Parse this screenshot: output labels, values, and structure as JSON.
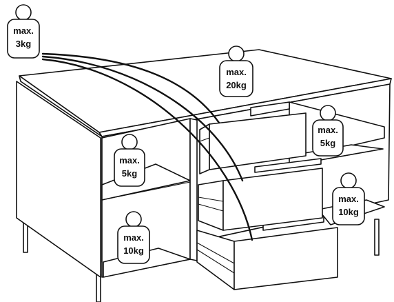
{
  "weights": [
    {
      "id": "top-loose",
      "line1": "max.",
      "line2": "3kg"
    },
    {
      "id": "top-surface",
      "line1": "max.",
      "line2": "20kg"
    },
    {
      "id": "left-shelf",
      "line1": "max.",
      "line2": "5kg"
    },
    {
      "id": "left-bottom",
      "line1": "max.",
      "line2": "10kg"
    },
    {
      "id": "right-shelf",
      "line1": "max.",
      "line2": "5kg"
    },
    {
      "id": "right-bottom",
      "line1": "max.",
      "line2": "10kg"
    }
  ]
}
